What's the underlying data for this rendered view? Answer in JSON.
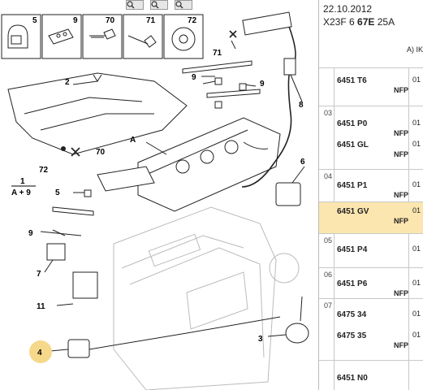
{
  "toolbar": {
    "buttons": [
      {
        "name": "zoom-in-icon",
        "glyph": "🔍"
      },
      {
        "name": "zoom-out-icon",
        "glyph": "🔍"
      },
      {
        "name": "fit-icon",
        "glyph": "🔍"
      }
    ]
  },
  "diagram": {
    "labels": {
      "n5a": "5",
      "n9a": "9",
      "n70a": "70",
      "n71a": "71",
      "n72a": "72",
      "n71": "71",
      "n9b": "9",
      "n9c": "9",
      "n2": "2",
      "n8": "8",
      "nA": "A",
      "n72": "72",
      "n70": "70",
      "n1": "1",
      "nA9": "A + 9",
      "n5": "5",
      "n6": "6",
      "n9": "9",
      "n7": "7",
      "n11": "11",
      "n4": "4",
      "n3": "3"
    }
  },
  "panel": {
    "date": "22.10.2012",
    "vehicle_prefix": "X23F 6 ",
    "vehicle_bold": "67E",
    "vehicle_suffix": " 25A",
    "top_right": "A) IK",
    "rows": [
      {
        "idx": "",
        "parts": [
          {
            "ref": "6451 T6",
            "nfp": "NFP",
            "rc": "01"
          }
        ]
      },
      {
        "idx": "03",
        "parts": [
          {
            "ref": "6451 P0",
            "nfp": "NFP",
            "rc": "01"
          },
          {
            "ref": "6451 GL",
            "nfp": "NFP",
            "rc": "01"
          }
        ]
      },
      {
        "idx": "04",
        "parts": [
          {
            "ref": "6451 P1",
            "nfp": "NFP",
            "rc": "01"
          }
        ]
      },
      {
        "idx": "",
        "highlight": true,
        "parts": [
          {
            "ref": "6451 GV",
            "nfp": "NFP",
            "rc": "01"
          }
        ]
      },
      {
        "idx": "05",
        "parts": [
          {
            "ref": "6451 P4",
            "nfp": "",
            "rc": "01"
          }
        ]
      },
      {
        "idx": "06",
        "parts": [
          {
            "ref": "6451 P6",
            "nfp": "NFP",
            "rc": "01"
          }
        ]
      },
      {
        "idx": "07",
        "parts": [
          {
            "ref": "6475 34",
            "nfp": "",
            "rc": "01"
          },
          {
            "ref": "6475 35",
            "nfp": "NFP",
            "rc": "01"
          }
        ]
      },
      {
        "idx": "",
        "parts": [
          {
            "ref": "6451 N0",
            "nfp": "",
            "rc": ""
          }
        ]
      }
    ]
  },
  "colors": {
    "highlight": "#fbe6b0",
    "callout": "#f6d88a"
  }
}
